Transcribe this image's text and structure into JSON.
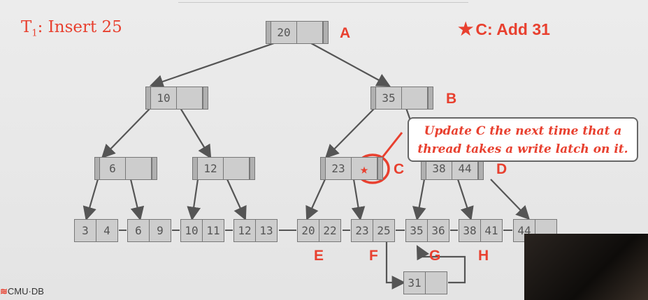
{
  "title": {
    "prefix": "T",
    "sub": "1",
    "text": ": Insert 25"
  },
  "action": {
    "star": "★",
    "text": "C: Add 31"
  },
  "callout": {
    "line1": "Update C the next time that a",
    "line2": "thread takes a write latch on it."
  },
  "labels": {
    "A": "A",
    "B": "B",
    "C": "C",
    "D": "D",
    "E": "E",
    "F": "F",
    "G": "G",
    "H": "H"
  },
  "root": {
    "keys": [
      "20",
      ""
    ]
  },
  "inner": {
    "n10": [
      "10",
      ""
    ],
    "n35": [
      "35",
      ""
    ]
  },
  "level2": {
    "n6": [
      "6",
      ""
    ],
    "n12": [
      "12",
      ""
    ],
    "c": [
      "23",
      "★"
    ],
    "d": [
      "38",
      "44"
    ]
  },
  "leaves": [
    [
      "3",
      "4"
    ],
    [
      "6",
      "9"
    ],
    [
      "10",
      "11"
    ],
    [
      "12",
      "13"
    ],
    [
      "20",
      "22"
    ],
    [
      "23",
      "25"
    ],
    [
      "35",
      "36"
    ],
    [
      "38",
      "41"
    ],
    [
      "44",
      ""
    ]
  ],
  "overflow": [
    "31",
    ""
  ],
  "logo": {
    "mark": "≋",
    "text": "CMU·DB"
  },
  "colors": {
    "accent": "#e8402f",
    "node": "#c4c4c4",
    "background": "#e8e8e8"
  }
}
